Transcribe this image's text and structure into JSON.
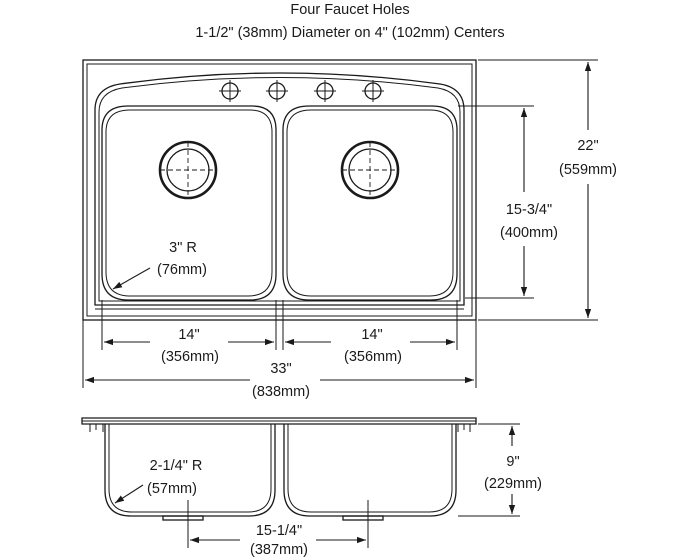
{
  "title": {
    "line1": "Four Faucet Holes",
    "line2": "1-1/2\" (38mm) Diameter on 4\" (102mm) Centers"
  },
  "top_view": {
    "overall_depth": {
      "in": "22\"",
      "mm": "(559mm)"
    },
    "bowl_depth": {
      "in": "15-3/4\"",
      "mm": "(400mm)"
    },
    "corner_radius": {
      "in": "3\" R",
      "mm": "(76mm)"
    },
    "left_bowl_width": {
      "in": "14\"",
      "mm": "(356mm)"
    },
    "right_bowl_width": {
      "in": "14\"",
      "mm": "(356mm)"
    },
    "overall_width": {
      "in": "33\"",
      "mm": "(838mm)"
    }
  },
  "side_view": {
    "bowl_height": {
      "in": "9\"",
      "mm": "(229mm)"
    },
    "bottom_radius": {
      "in": "2-1/4\" R",
      "mm": "(57mm)"
    },
    "drain_spacing": {
      "in": "15-1/4\"",
      "mm": "(387mm)"
    }
  }
}
